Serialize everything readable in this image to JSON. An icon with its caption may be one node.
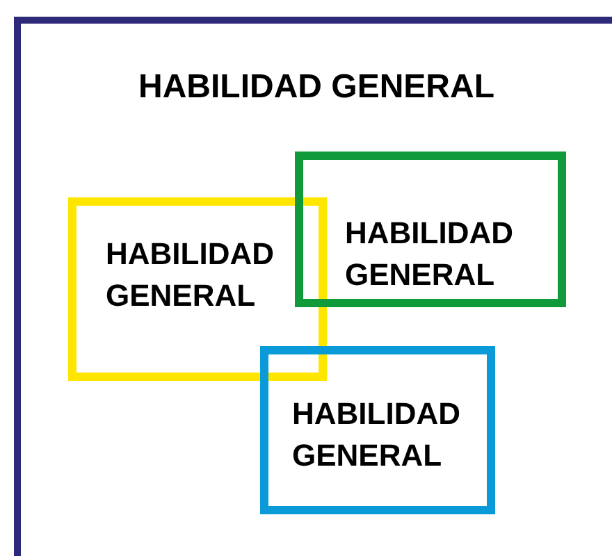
{
  "diagram": {
    "nodes": [
      {
        "text": [
          "HABILIDAD GENERAL"
        ]
      },
      {
        "text": [
          "HABILIDAD GENERAL"
        ],
        "in": 0
      },
      {
        "text": [
          "HABILIDAD GENERAL"
        ],
        "in": 0
      },
      {
        "text": [
          "HABILIDAD GENERAL"
        ],
        "in": 0
      }
    ]
  }
}
